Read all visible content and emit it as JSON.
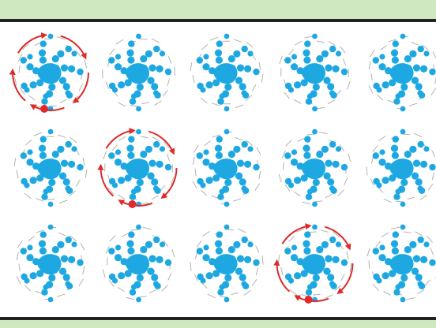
{
  "colors": {
    "band": "#cfe8bf",
    "rail": "#222222",
    "particle": "#1ea8e2",
    "arrow": "#dd2a2a",
    "swirl": "#555555",
    "background": "#ffffff"
  },
  "lattice": {
    "rows": 3,
    "columns": 5,
    "highlighted_cells": [
      {
        "row": 0,
        "col": 0
      },
      {
        "row": 1,
        "col": 1
      },
      {
        "row": 2,
        "col": 3
      }
    ]
  },
  "icons": {
    "rotation_arrow": "clockwise-rotation-arrow-icon",
    "particle_cluster": "particle-cluster-icon"
  }
}
